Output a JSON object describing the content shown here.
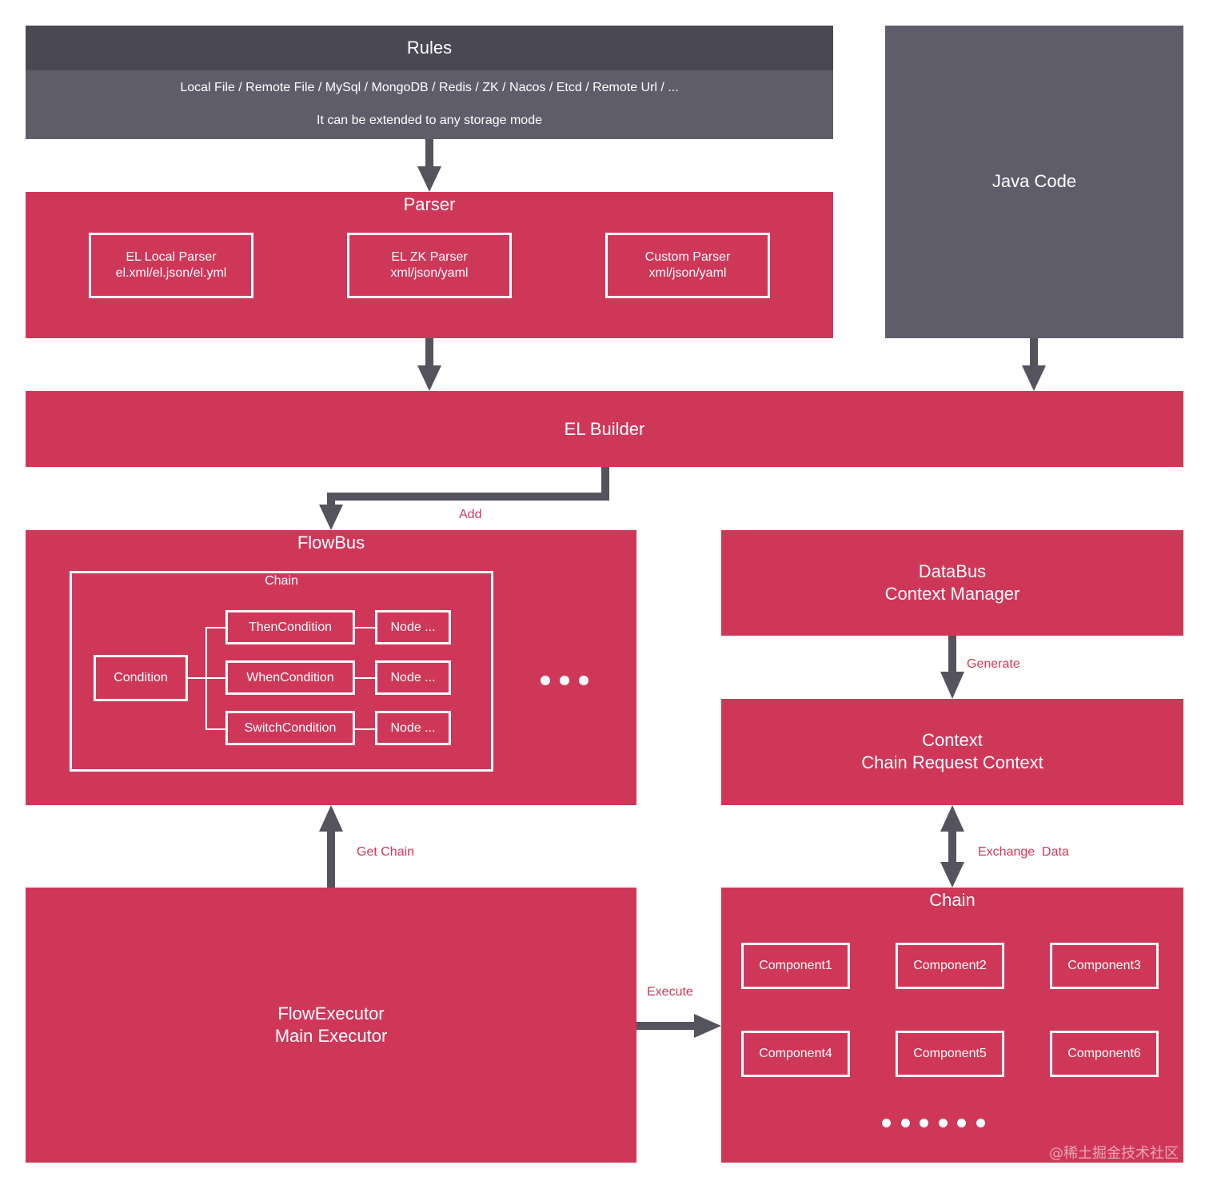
{
  "rules": {
    "title": "Rules",
    "sources": "Local File / Remote File / MySql / MongoDB / Redis / ZK / Nacos / Etcd / Remote Url / ...",
    "note": "It can be extended to any storage mode"
  },
  "java_code": {
    "title": "Java Code"
  },
  "parser": {
    "title": "Parser",
    "items": [
      {
        "line1": "EL Local Parser",
        "line2": "el.xml/el.json/el.yml"
      },
      {
        "line1": "EL ZK Parser",
        "line2": "xml/json/yaml"
      },
      {
        "line1": "Custom Parser",
        "line2": "xml/json/yaml"
      }
    ]
  },
  "el_builder": {
    "title": "EL Builder"
  },
  "labels": {
    "add": "Add",
    "get_chain": "Get Chain",
    "generate": "Generate",
    "exchange": "Exchange  Data",
    "execute": "Execute"
  },
  "flowbus": {
    "title": "FlowBus",
    "chain_label": "Chain",
    "condition": "Condition",
    "conditions": [
      "ThenCondition",
      "WhenCondition",
      "SwitchCondition"
    ],
    "nodes": [
      "Node ...",
      "Node ...",
      "Node ..."
    ]
  },
  "databus": {
    "line1": "DataBus",
    "line2": "Context Manager"
  },
  "context": {
    "line1": "Context",
    "line2": "Chain Request Context"
  },
  "executor": {
    "line1": "FlowExecutor",
    "line2": "Main Executor"
  },
  "chain": {
    "title": "Chain",
    "components": [
      "Component1",
      "Component2",
      "Component3",
      "Component4",
      "Component5",
      "Component6"
    ]
  },
  "watermark": "@稀土掘金技术社区",
  "colors": {
    "red": "#cf3759",
    "grey": "#5f5d69",
    "dark": "#4a4853",
    "arrow": "#55535d"
  }
}
